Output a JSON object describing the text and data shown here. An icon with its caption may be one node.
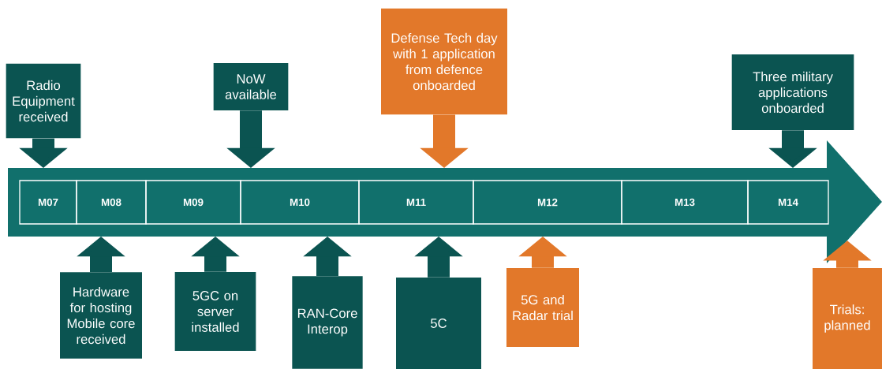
{
  "diagram": {
    "nodes": [
      {
        "text": [
          "Radio Equipment received"
        ]
      },
      {
        "text": [
          "NoW available"
        ]
      },
      {
        "text": [
          "Defense Tech day with 1 application from defence onboarded"
        ]
      },
      {
        "text": [
          "Three military applications onboarded"
        ]
      },
      {
        "text": [],
        "shape": "arrow"
      },
      {
        "text": [
          "M07"
        ],
        "in": 4
      },
      {
        "text": [
          "M08"
        ],
        "in": 4
      },
      {
        "text": [
          "M09"
        ],
        "in": 4
      },
      {
        "text": [
          "M10"
        ],
        "in": 4
      },
      {
        "text": [
          "M11"
        ],
        "in": 4
      },
      {
        "text": [
          "M12"
        ],
        "in": 4
      },
      {
        "text": [
          "M13"
        ],
        "in": 4
      },
      {
        "text": [
          "M14"
        ],
        "in": 4
      },
      {
        "text": [
          "Hardware for hosting Mobile core received"
        ]
      },
      {
        "text": [
          "5GC on server installed"
        ]
      },
      {
        "text": [
          "RAN-Core Interop"
        ]
      },
      {
        "text": [
          "5C"
        ]
      },
      {
        "text": [
          "5G and Radar trial"
        ]
      },
      {
        "text": [
          "Trials: planned"
        ]
      }
    ],
    "edges": [
      {
        "from": 0,
        "to": 4,
        "arrow": "to"
      },
      {
        "from": 1,
        "to": 4,
        "arrow": "to"
      },
      {
        "from": 2,
        "to": 4,
        "arrow": "to",
        "color": "#e2782a"
      },
      {
        "from": 3,
        "to": 4,
        "arrow": "to"
      },
      {
        "from": 13,
        "to": 4,
        "arrow": "to"
      },
      {
        "from": 14,
        "to": 4,
        "arrow": "to"
      },
      {
        "from": 15,
        "to": 4,
        "arrow": "to"
      },
      {
        "from": 16,
        "to": 4,
        "arrow": "to"
      },
      {
        "from": 17,
        "to": 4,
        "arrow": "to",
        "color": "#e2782a"
      },
      {
        "from": 18,
        "to": 4,
        "arrow": "to",
        "color": "#e2782a"
      }
    ]
  }
}
